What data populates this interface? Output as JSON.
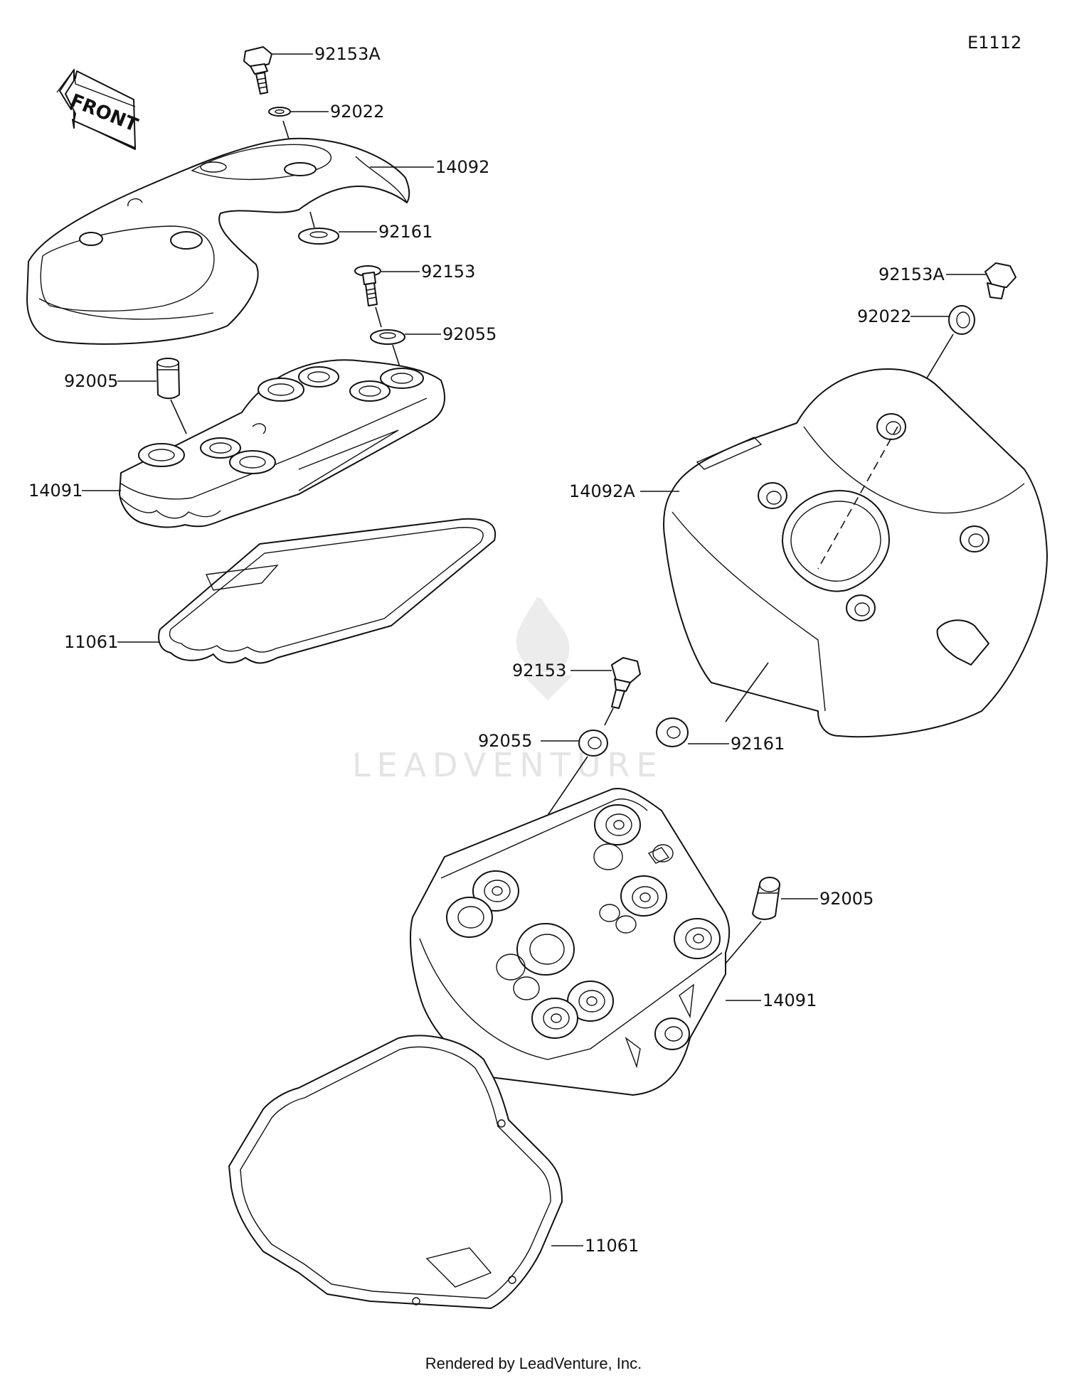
{
  "diagram_code": "E1112",
  "front_label": "FRONT",
  "watermark": "LEADVENTURE",
  "footer": "Rendered by LeadVenture, Inc.",
  "parts": {
    "bolt_92153A_top": "92153A",
    "washer_92022_top": "92022",
    "cover_14092": "14092",
    "grommet_92161_top": "92161",
    "bolt_92153_top": "92153",
    "grommet_92055_top": "92055",
    "dowel_92005_top": "92005",
    "head_cover_14091_top": "14091",
    "gasket_11061_top": "11061",
    "bolt_92153A_right": "92153A",
    "washer_92022_right": "92022",
    "cover_14092A": "14092A",
    "bolt_92153_mid": "92153",
    "grommet_92055_mid": "92055",
    "grommet_92161_right": "92161",
    "dowel_92005_right": "92005",
    "head_cover_14091_bottom": "14091",
    "gasket_11061_bottom": "11061"
  }
}
